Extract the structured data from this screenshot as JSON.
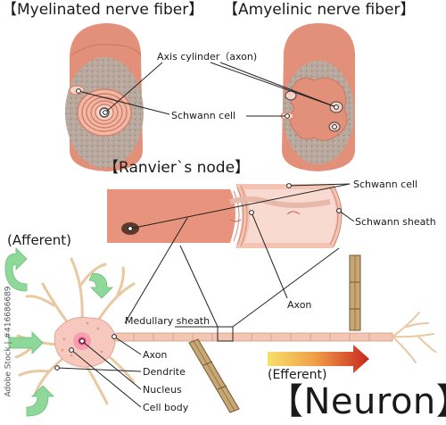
{
  "headings": {
    "myelinated": "【Myelinated nerve fiber】",
    "amyelinic": "【Amyelinic nerve fiber】",
    "ranvier": "【Ranvier`s node】",
    "neuron": "【Neuron】"
  },
  "labels": {
    "axis_cylinder": "Axis cylinder（axon)",
    "schwann_cell_top": "Schwann cell",
    "schwann_cell_node": "Schwann cell",
    "schwann_sheath": "Schwann sheath",
    "axon_node": "Axon",
    "medullary_sheath": "Medullary sheath",
    "axon_neuron": "Axon",
    "dendrite": "Dendrite",
    "nucleus": "Nucleus",
    "cell_body": "Cell body",
    "afferent": "(Afferent)",
    "efferent": "(Efferent)"
  },
  "watermark": {
    "vertical_id": "Adobe Stock | #416686689"
  },
  "colors": {
    "sheath_salmon": "#e8937d",
    "sheath_light": "#f3c3b4",
    "cut_surface": "#b7a69c",
    "axon_tan": "#c9a882",
    "axon_brown": "#8b5a2b",
    "arrow_green": "#8ed89a",
    "efferent_red": "#c8271e",
    "efferent_orange": "#f2a14a",
    "line": "#222222"
  }
}
